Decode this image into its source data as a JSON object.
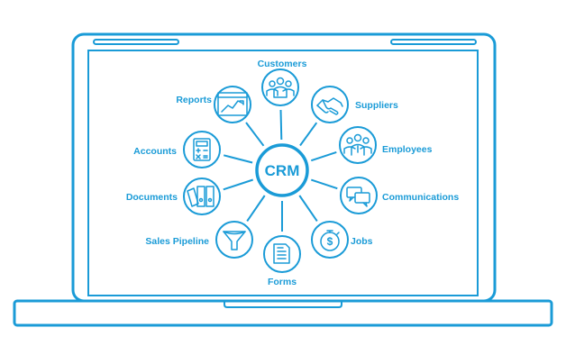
{
  "diagram": {
    "center_label": "CRM",
    "nodes": [
      {
        "id": "customers",
        "label": "Customers",
        "icon": "customers-icon"
      },
      {
        "id": "suppliers",
        "label": "Suppliers",
        "icon": "handshake-icon"
      },
      {
        "id": "employees",
        "label": "Employees",
        "icon": "employees-icon"
      },
      {
        "id": "communications",
        "label": "Communications",
        "icon": "chat-bubbles-icon"
      },
      {
        "id": "jobs",
        "label": "Jobs",
        "icon": "dollar-stopwatch-icon"
      },
      {
        "id": "forms",
        "label": "Forms",
        "icon": "form-document-icon"
      },
      {
        "id": "sales-pipeline",
        "label": "Sales Pipeline",
        "icon": "funnel-icon"
      },
      {
        "id": "documents",
        "label": "Documents",
        "icon": "binders-icon"
      },
      {
        "id": "accounts",
        "label": "Accounts",
        "icon": "calculator-icon"
      },
      {
        "id": "reports",
        "label": "Reports",
        "icon": "chart-report-icon"
      }
    ]
  },
  "colors": {
    "primary": "#1A9BD7",
    "text": "#1A9BD7",
    "background": "#FFFFFF"
  }
}
